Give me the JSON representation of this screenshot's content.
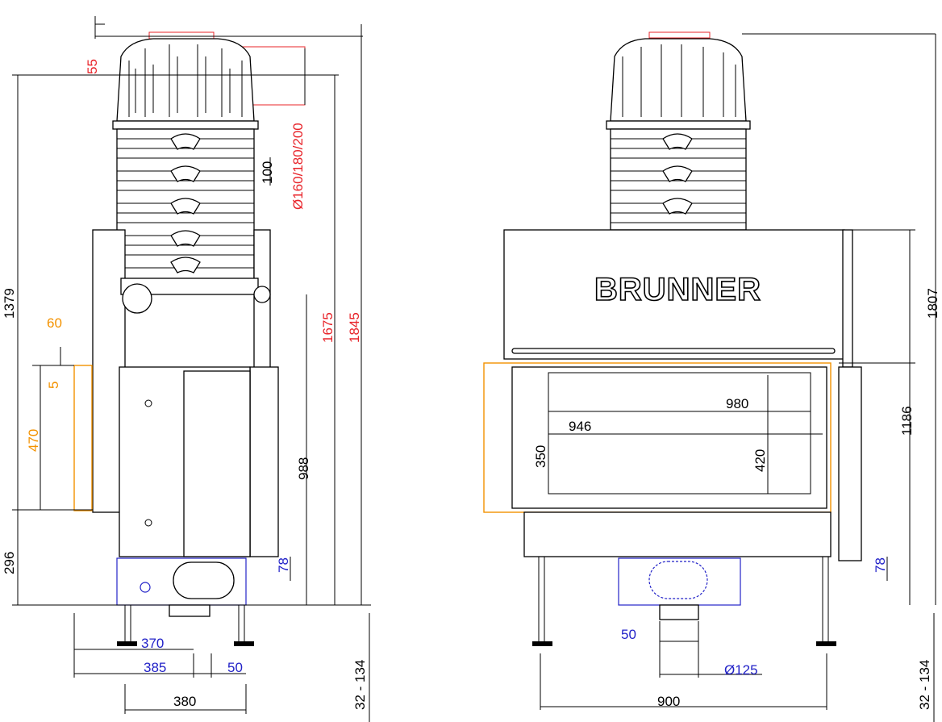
{
  "side_view": {
    "dims_red": {
      "top_offset": "55",
      "flue_diameter": "Ø160/180/200",
      "height_1675": "1675",
      "height_1845": "1845"
    },
    "dims_black": {
      "rib_pitch": "100",
      "height_1379": "1379",
      "height_296": "296",
      "height_988": "988",
      "depth_380": "380",
      "legs_range": "32 - 134"
    },
    "dims_orange": {
      "offset_60": "60",
      "gap_5": "5",
      "opening_470": "470"
    },
    "dims_blue": {
      "base_78": "78",
      "air_370": "370",
      "air_385": "385",
      "air_50": "50"
    }
  },
  "front_view": {
    "brand": "BRUNNER",
    "dims_black": {
      "width_980": "980",
      "width_946": "946",
      "height_350": "350",
      "height_420": "420",
      "height_1186": "1186",
      "height_1807": "1807",
      "legs_900": "900",
      "legs_range": "32 - 134"
    },
    "dims_blue": {
      "base_78": "78",
      "air_50": "50",
      "air_diameter": "Ø125"
    }
  },
  "colors": {
    "dimension": "#000000",
    "flue": "#e8242a",
    "opening": "#f39200",
    "air": "#2323c8"
  }
}
